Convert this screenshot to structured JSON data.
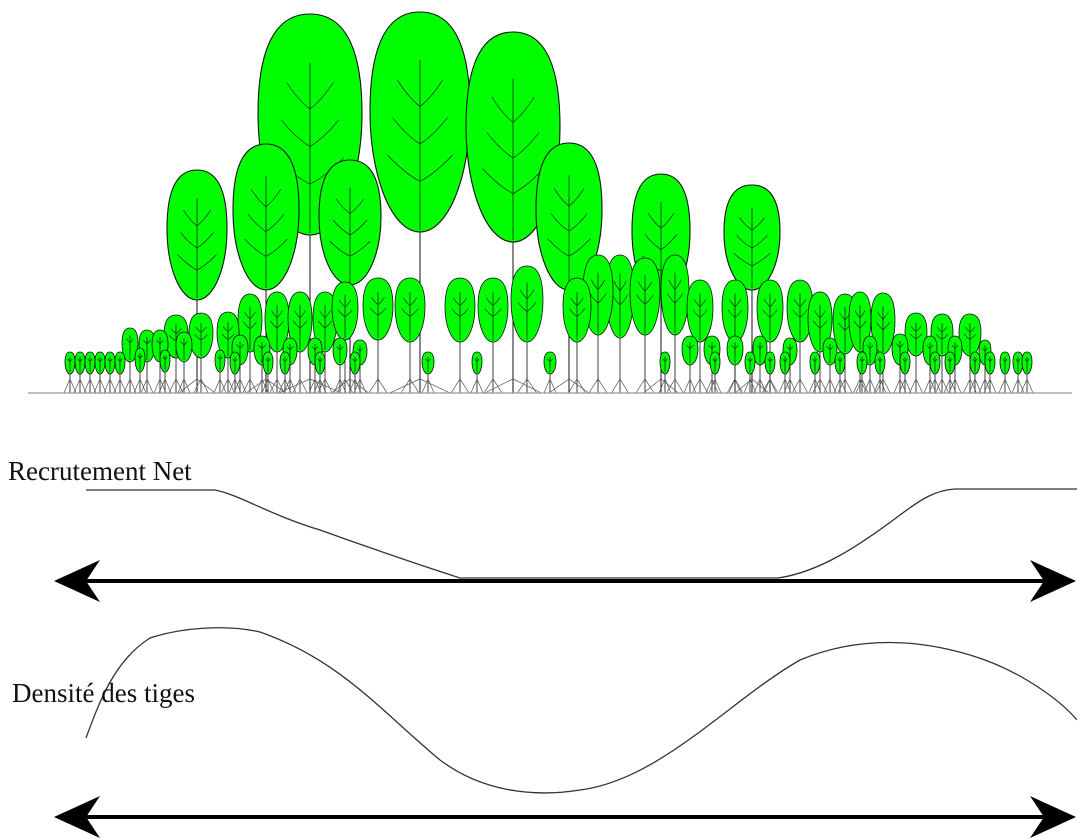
{
  "labels": {
    "recruitment": "Recrutement Net",
    "density": "Densité des tiges"
  },
  "colors": {
    "crown_fill": "#00ff00",
    "outline": "#111111",
    "curve": "#333333",
    "background": "#ffffff"
  },
  "icons": {
    "axis_arrow": "double-headed-arrow"
  }
}
